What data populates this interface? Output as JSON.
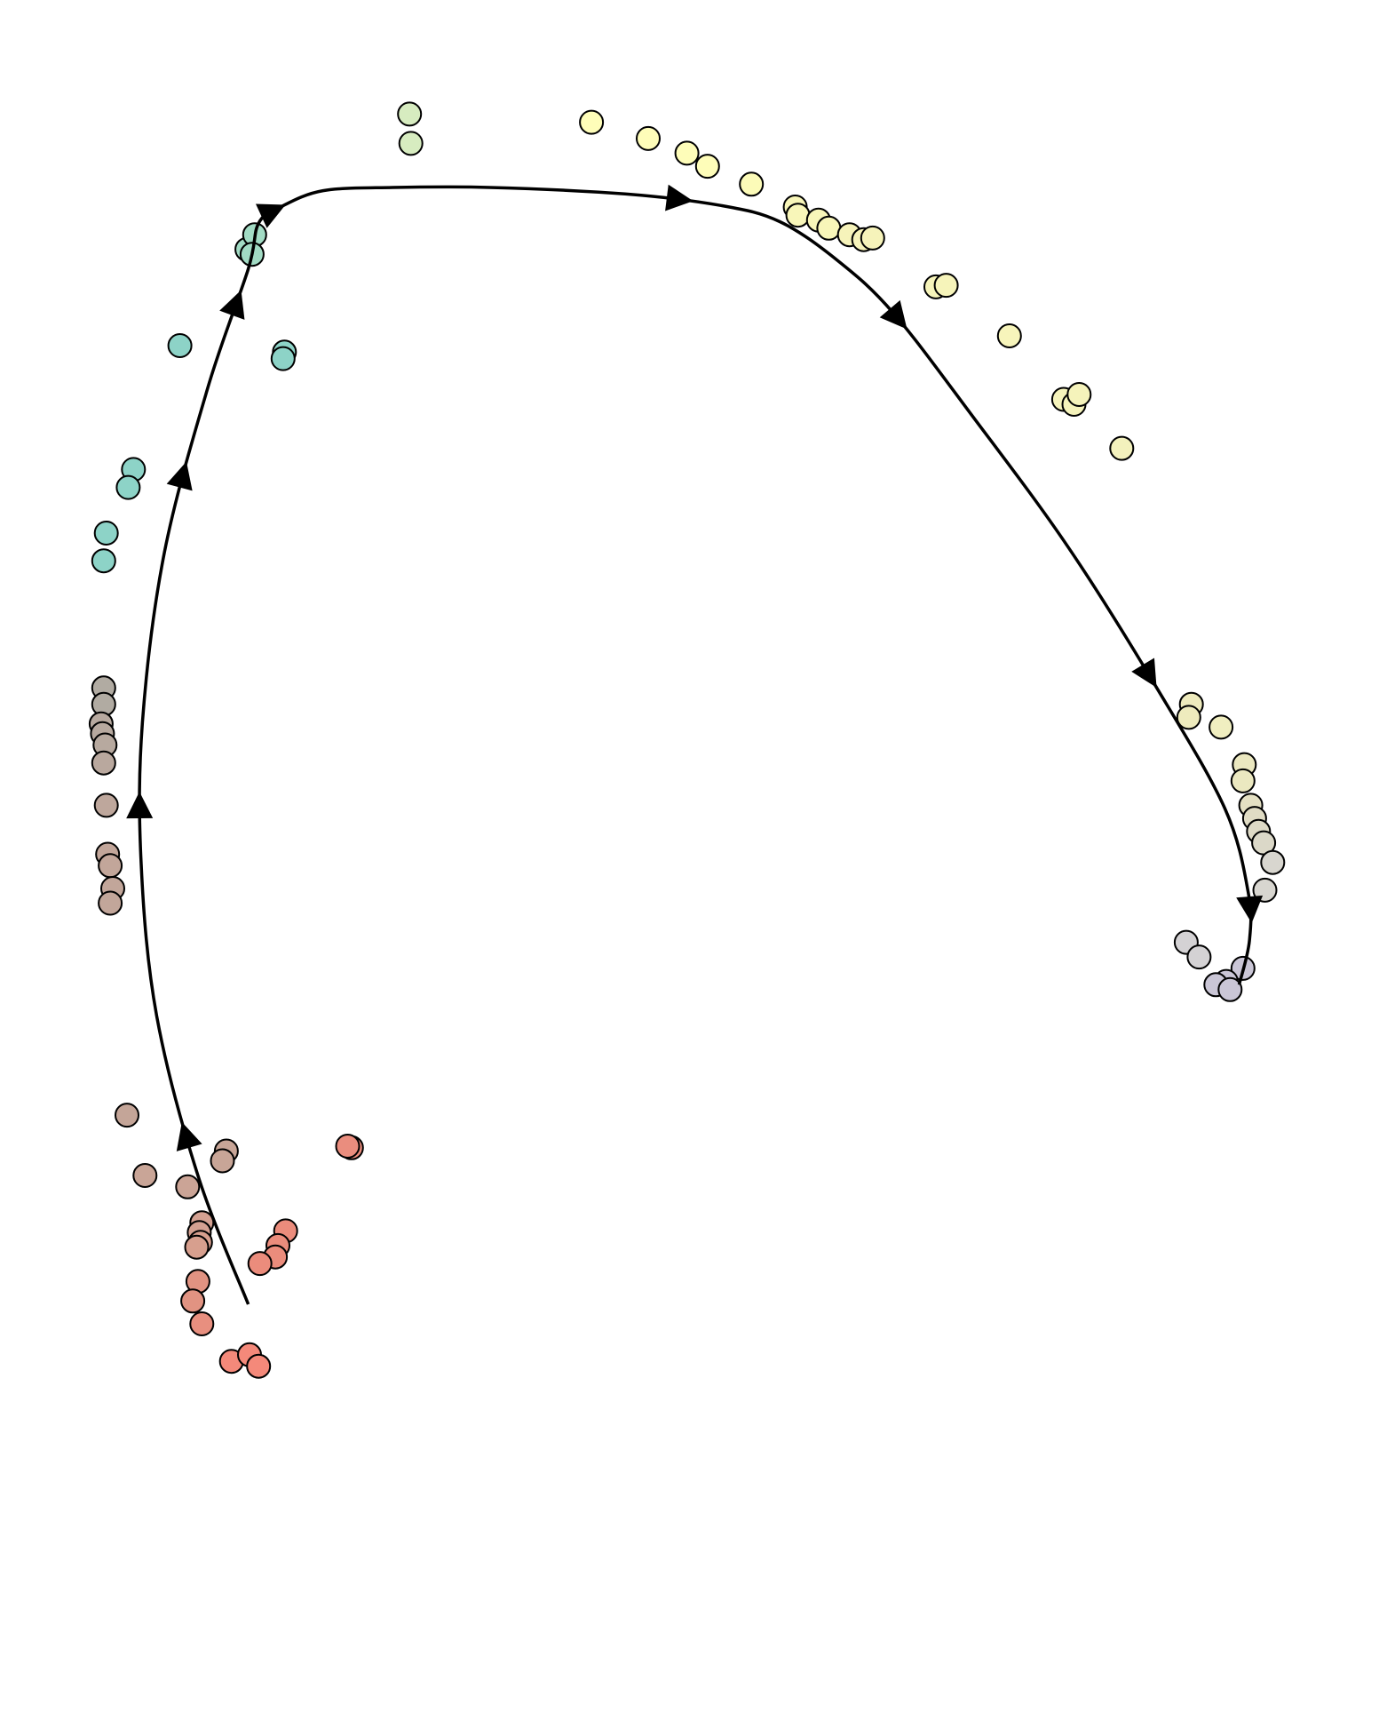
{
  "chart_data": {
    "type": "scatter",
    "title": "",
    "xlabel": "",
    "ylabel": "",
    "axes_visible": false,
    "grid": false,
    "legend": "none",
    "xlim": [
      0,
      100
    ],
    "ylim": [
      0,
      100
    ],
    "marker_stroke": "#000000",
    "line_color": "#000000",
    "points": [
      {
        "x": 28.3,
        "y": 96.0,
        "color": "#d7ecc0"
      },
      {
        "x": 28.4,
        "y": 94.2,
        "color": "#d7ecc0"
      },
      {
        "x": 42.4,
        "y": 95.5,
        "color": "#fefdb9"
      },
      {
        "x": 46.8,
        "y": 94.5,
        "color": "#fefdb9"
      },
      {
        "x": 49.8,
        "y": 93.6,
        "color": "#fefdb9"
      },
      {
        "x": 51.4,
        "y": 92.8,
        "color": "#fefdb9"
      },
      {
        "x": 54.8,
        "y": 91.7,
        "color": "#fcfbb8"
      },
      {
        "x": 58.2,
        "y": 90.3,
        "color": "#f8f6b9"
      },
      {
        "x": 58.4,
        "y": 89.8,
        "color": "#f8f6b9"
      },
      {
        "x": 60.0,
        "y": 89.5,
        "color": "#f8f6b9"
      },
      {
        "x": 60.8,
        "y": 89.0,
        "color": "#f8f6b9"
      },
      {
        "x": 62.4,
        "y": 88.6,
        "color": "#f6f3ba"
      },
      {
        "x": 63.5,
        "y": 88.3,
        "color": "#f6f3ba"
      },
      {
        "x": 64.2,
        "y": 88.4,
        "color": "#f6f3ba"
      },
      {
        "x": 69.1,
        "y": 85.4,
        "color": "#f6f4ba"
      },
      {
        "x": 69.9,
        "y": 85.5,
        "color": "#f6f4ba"
      },
      {
        "x": 74.8,
        "y": 82.4,
        "color": "#f7f5bb"
      },
      {
        "x": 79.0,
        "y": 78.5,
        "color": "#f5f3bb"
      },
      {
        "x": 79.8,
        "y": 78.2,
        "color": "#f5f3bb"
      },
      {
        "x": 80.2,
        "y": 78.8,
        "color": "#f5f3bb"
      },
      {
        "x": 83.5,
        "y": 75.5,
        "color": "#f3f1bd"
      },
      {
        "x": 88.9,
        "y": 59.8,
        "color": "#eeebbd"
      },
      {
        "x": 88.7,
        "y": 59.0,
        "color": "#eeebbd"
      },
      {
        "x": 91.2,
        "y": 58.4,
        "color": "#f0eec0"
      },
      {
        "x": 93.0,
        "y": 56.1,
        "color": "#ebe8c0"
      },
      {
        "x": 92.9,
        "y": 55.1,
        "color": "#ebe8c0"
      },
      {
        "x": 93.5,
        "y": 53.6,
        "color": "#e4e0c3"
      },
      {
        "x": 93.8,
        "y": 52.8,
        "color": "#e0dcc4"
      },
      {
        "x": 94.1,
        "y": 52.0,
        "color": "#dedac6"
      },
      {
        "x": 94.5,
        "y": 51.3,
        "color": "#dbd8c8"
      },
      {
        "x": 95.2,
        "y": 50.1,
        "color": "#d8d6cf"
      },
      {
        "x": 94.6,
        "y": 48.4,
        "color": "#d8d6d0"
      },
      {
        "x": 88.5,
        "y": 45.2,
        "color": "#d4d2d4"
      },
      {
        "x": 89.5,
        "y": 44.3,
        "color": "#d4d2d4"
      },
      {
        "x": 92.9,
        "y": 43.6,
        "color": "#cac6d6"
      },
      {
        "x": 91.6,
        "y": 42.8,
        "color": "#cac6d6"
      },
      {
        "x": 90.8,
        "y": 42.6,
        "color": "#cac6d6"
      },
      {
        "x": 91.9,
        "y": 42.3,
        "color": "#cac6d6"
      },
      {
        "x": 10.5,
        "y": 81.8,
        "color": "#8dd3c7"
      },
      {
        "x": 18.6,
        "y": 81.4,
        "color": "#8dd3c7"
      },
      {
        "x": 18.5,
        "y": 81.0,
        "color": "#8dd3c7"
      },
      {
        "x": 15.7,
        "y": 87.7,
        "color": "#a2dbc4"
      },
      {
        "x": 16.3,
        "y": 88.6,
        "color": "#a2dbc4"
      },
      {
        "x": 16.1,
        "y": 87.4,
        "color": "#a2dbc4"
      },
      {
        "x": 6.9,
        "y": 74.2,
        "color": "#8dd3c7"
      },
      {
        "x": 6.5,
        "y": 73.1,
        "color": "#8dd3c7"
      },
      {
        "x": 4.8,
        "y": 70.3,
        "color": "#8dd3c7"
      },
      {
        "x": 4.6,
        "y": 68.6,
        "color": "#8dd3c7"
      },
      {
        "x": 4.6,
        "y": 60.8,
        "color": "#b1aba2"
      },
      {
        "x": 4.6,
        "y": 59.8,
        "color": "#b1aba2"
      },
      {
        "x": 4.4,
        "y": 58.6,
        "color": "#b7a99f"
      },
      {
        "x": 4.5,
        "y": 58.0,
        "color": "#b7a99f"
      },
      {
        "x": 4.7,
        "y": 57.3,
        "color": "#b7a99f"
      },
      {
        "x": 4.6,
        "y": 56.2,
        "color": "#b9a89e"
      },
      {
        "x": 4.8,
        "y": 53.6,
        "color": "#bea79c"
      },
      {
        "x": 4.9,
        "y": 50.6,
        "color": "#c2a69a"
      },
      {
        "x": 5.1,
        "y": 49.9,
        "color": "#c2a69a"
      },
      {
        "x": 5.3,
        "y": 48.5,
        "color": "#c2a69a"
      },
      {
        "x": 5.1,
        "y": 47.6,
        "color": "#c2a69a"
      },
      {
        "x": 6.4,
        "y": 34.6,
        "color": "#c4a598"
      },
      {
        "x": 14.1,
        "y": 32.4,
        "color": "#c8a597"
      },
      {
        "x": 13.8,
        "y": 31.8,
        "color": "#c8a597"
      },
      {
        "x": 7.8,
        "y": 30.9,
        "color": "#c9a597"
      },
      {
        "x": 11.1,
        "y": 30.2,
        "color": "#cba496"
      },
      {
        "x": 12.2,
        "y": 28.0,
        "color": "#d4a192"
      },
      {
        "x": 12.0,
        "y": 27.4,
        "color": "#d4a192"
      },
      {
        "x": 12.1,
        "y": 26.8,
        "color": "#d79f8e"
      },
      {
        "x": 11.8,
        "y": 26.5,
        "color": "#d79f8e"
      },
      {
        "x": 11.9,
        "y": 24.4,
        "color": "#e19382"
      },
      {
        "x": 11.5,
        "y": 23.2,
        "color": "#e19382"
      },
      {
        "x": 12.2,
        "y": 21.8,
        "color": "#e88f7f"
      },
      {
        "x": 23.8,
        "y": 32.6,
        "color": "#ea8d7e"
      },
      {
        "x": 23.5,
        "y": 32.7,
        "color": "#ea8d7e"
      },
      {
        "x": 18.7,
        "y": 27.5,
        "color": "#eb8c7c"
      },
      {
        "x": 18.1,
        "y": 26.6,
        "color": "#eb8c7c"
      },
      {
        "x": 17.9,
        "y": 25.9,
        "color": "#eb8c7c"
      },
      {
        "x": 16.7,
        "y": 25.5,
        "color": "#eb8c7c"
      },
      {
        "x": 14.5,
        "y": 19.5,
        "color": "#f4897a"
      },
      {
        "x": 15.9,
        "y": 19.9,
        "color": "#f4897a"
      },
      {
        "x": 16.6,
        "y": 19.2,
        "color": "#f4897a"
      }
    ],
    "trajectory": [
      [
        15.8,
        23.0
      ],
      [
        11.9,
        30.9
      ],
      [
        8.7,
        40.7
      ],
      [
        7.5,
        50.0
      ],
      [
        7.6,
        58.7
      ],
      [
        9.3,
        69.1
      ],
      [
        12.7,
        79.3
      ],
      [
        15.8,
        86.5
      ],
      [
        16.6,
        89.3
      ],
      [
        18.3,
        90.3
      ],
      [
        21.6,
        91.3
      ],
      [
        27.0,
        91.5
      ],
      [
        34.5,
        91.5
      ],
      [
        45.0,
        91.1
      ],
      [
        52.4,
        90.4
      ],
      [
        57.0,
        89.4
      ],
      [
        61.5,
        87.0
      ],
      [
        65.8,
        83.8
      ],
      [
        72.0,
        77.4
      ],
      [
        79.3,
        69.5
      ],
      [
        86.3,
        60.7
      ],
      [
        91.5,
        53.4
      ],
      [
        93.3,
        48.3
      ],
      [
        93.4,
        45.3
      ],
      [
        92.6,
        42.6
      ]
    ],
    "arrow_positions": [
      0.07,
      0.2,
      0.33,
      0.4,
      0.44,
      0.6,
      0.7,
      0.87,
      0.97
    ]
  }
}
